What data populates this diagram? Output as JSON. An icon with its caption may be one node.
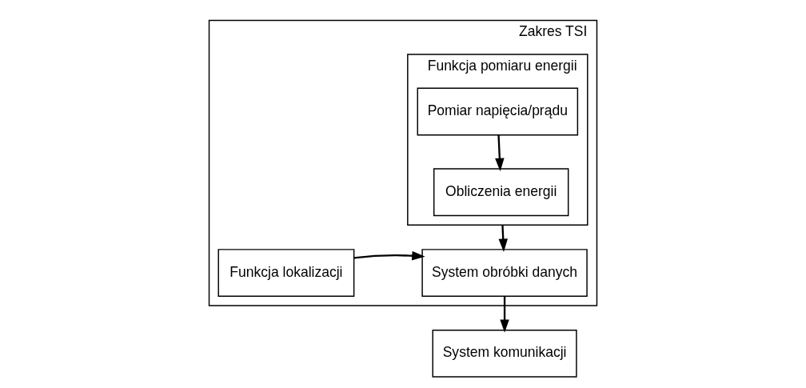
{
  "diagram": {
    "nodes": [
      {
        "text": [
          "Zakres TSI"
        ]
      },
      {
        "text": [
          "Funkcja pomiaru energii"
        ],
        "in": 0
      },
      {
        "text": [
          "Pomiar napięcia/prądu"
        ],
        "in": 1
      },
      {
        "text": [
          "Obliczenia energii"
        ],
        "in": 1
      },
      {
        "text": [
          "System obróbki danych"
        ],
        "in": 0
      },
      {
        "text": [
          "Funkcja lokalizacji"
        ],
        "in": 0
      },
      {
        "text": [
          "System komunikacji"
        ]
      }
    ],
    "edges": [
      {
        "from": 2,
        "to": 3,
        "arrow": "to"
      },
      {
        "from": 1,
        "to": 4,
        "arrow": "to"
      },
      {
        "from": 5,
        "to": 4,
        "arrow": "to"
      },
      {
        "from": 4,
        "to": 6,
        "arrow": "to"
      }
    ]
  }
}
